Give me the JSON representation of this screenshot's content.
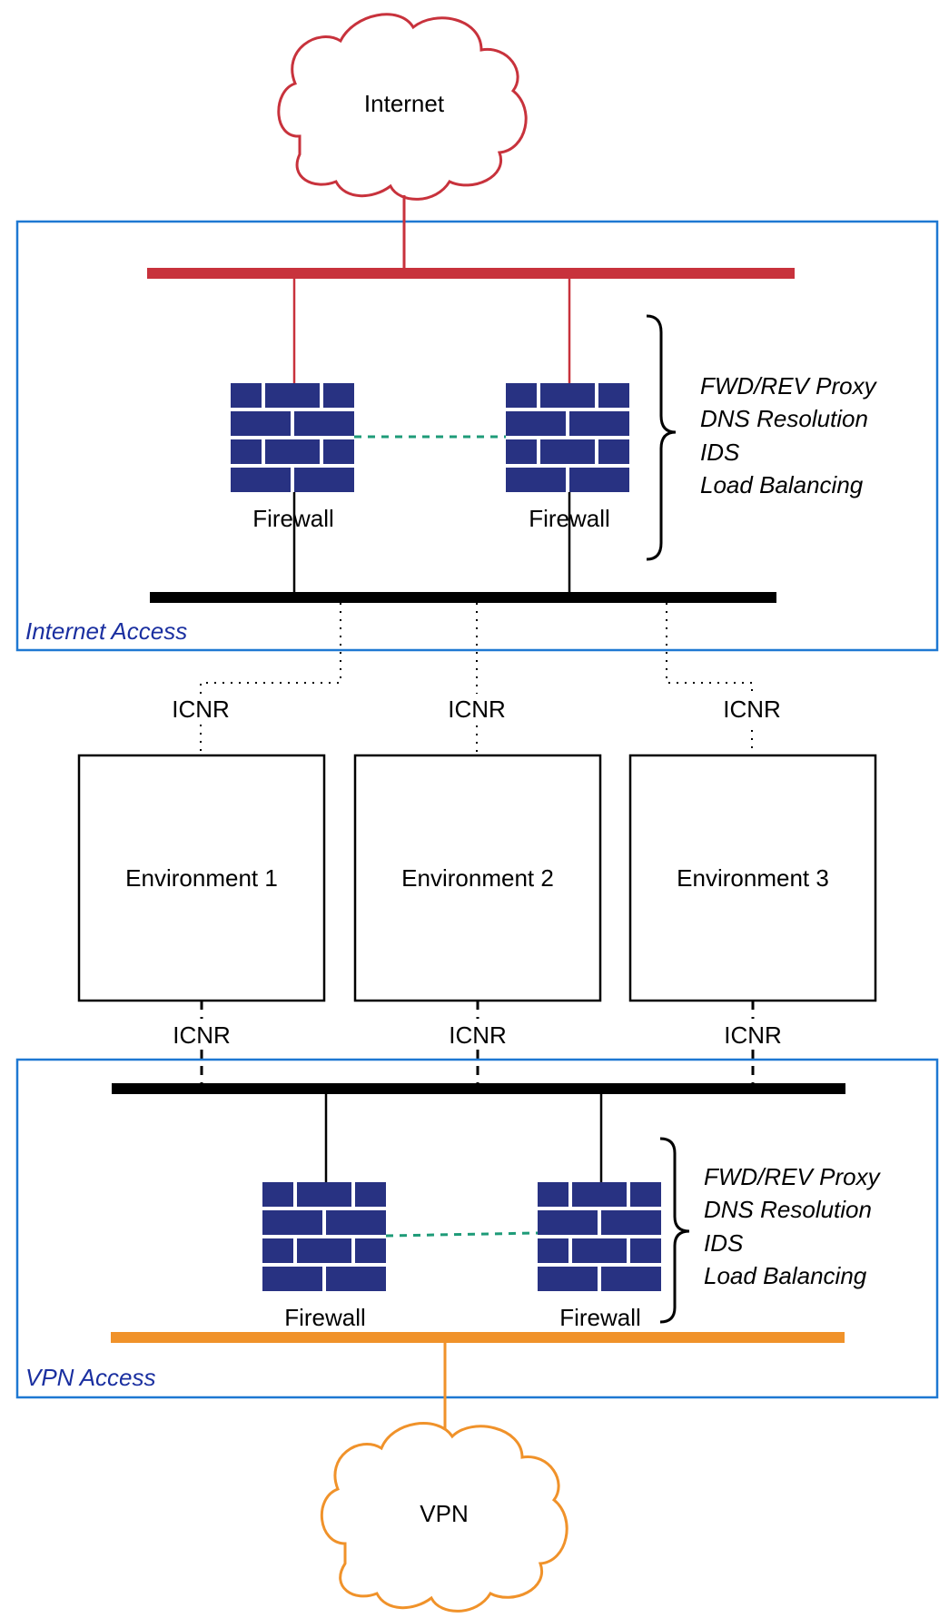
{
  "clouds": {
    "internet": {
      "label": "Internet",
      "color": "#c8323c"
    },
    "vpn": {
      "label": "VPN",
      "color": "#f0922a"
    }
  },
  "zones": {
    "internet_access": {
      "label": "Internet Access",
      "border_color": "#1e78d2",
      "label_color": "#1a2fa0"
    },
    "vpn_access": {
      "label": "VPN Access",
      "border_color": "#1e78d2",
      "label_color": "#1a2fa0"
    }
  },
  "firewalls": {
    "top_left": {
      "label": "Firewall"
    },
    "top_right": {
      "label": "Firewall"
    },
    "bottom_left": {
      "label": "Firewall"
    },
    "bottom_right": {
      "label": "Firewall"
    },
    "brick_color": "#283282",
    "link_color": "#1e9b78"
  },
  "services": {
    "top": [
      "FWD/REV Proxy",
      "DNS Resolution",
      "IDS",
      "Load Balancing"
    ],
    "bottom": [
      "FWD/REV Proxy",
      "DNS Resolution",
      "IDS",
      "Load Balancing"
    ]
  },
  "environments": [
    {
      "label": "Environment 1"
    },
    {
      "label": "Environment 2"
    },
    {
      "label": "Environment 3"
    }
  ],
  "connections": {
    "upper": [
      {
        "label": "ICNR"
      },
      {
        "label": "ICNR"
      },
      {
        "label": "ICNR"
      }
    ],
    "lower": [
      {
        "label": "ICNR"
      },
      {
        "label": "ICNR"
      },
      {
        "label": "ICNR"
      }
    ]
  },
  "colors": {
    "internet_bus": "#c8323c",
    "vpn_bus": "#f0922a",
    "core_bus": "#000000"
  }
}
